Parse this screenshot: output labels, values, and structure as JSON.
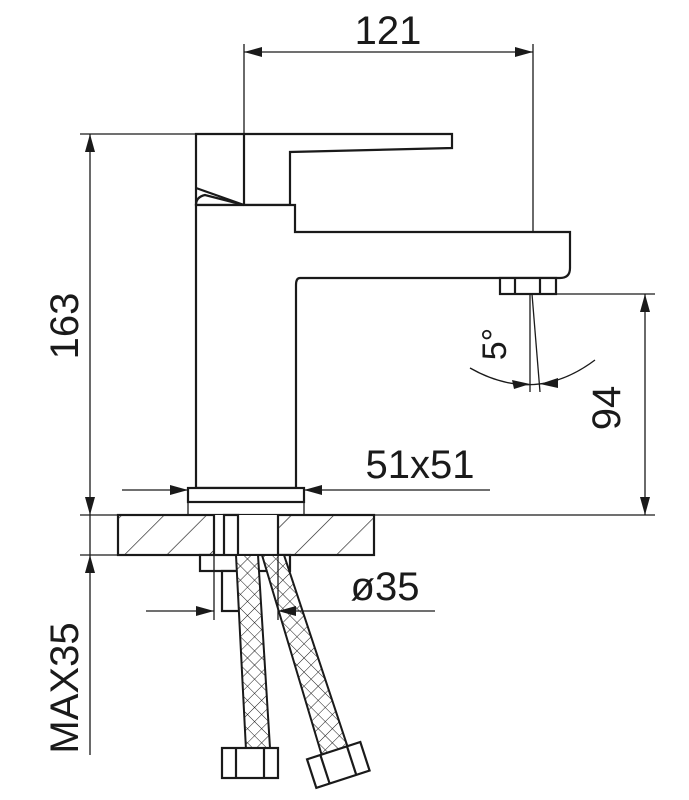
{
  "dimensions": {
    "spout_reach": "121",
    "total_height": "163",
    "spout_height": "94",
    "base_size": "51x51",
    "hole_diameter": "ø35",
    "max_thickness": "MAX35",
    "spray_angle": "5°"
  }
}
